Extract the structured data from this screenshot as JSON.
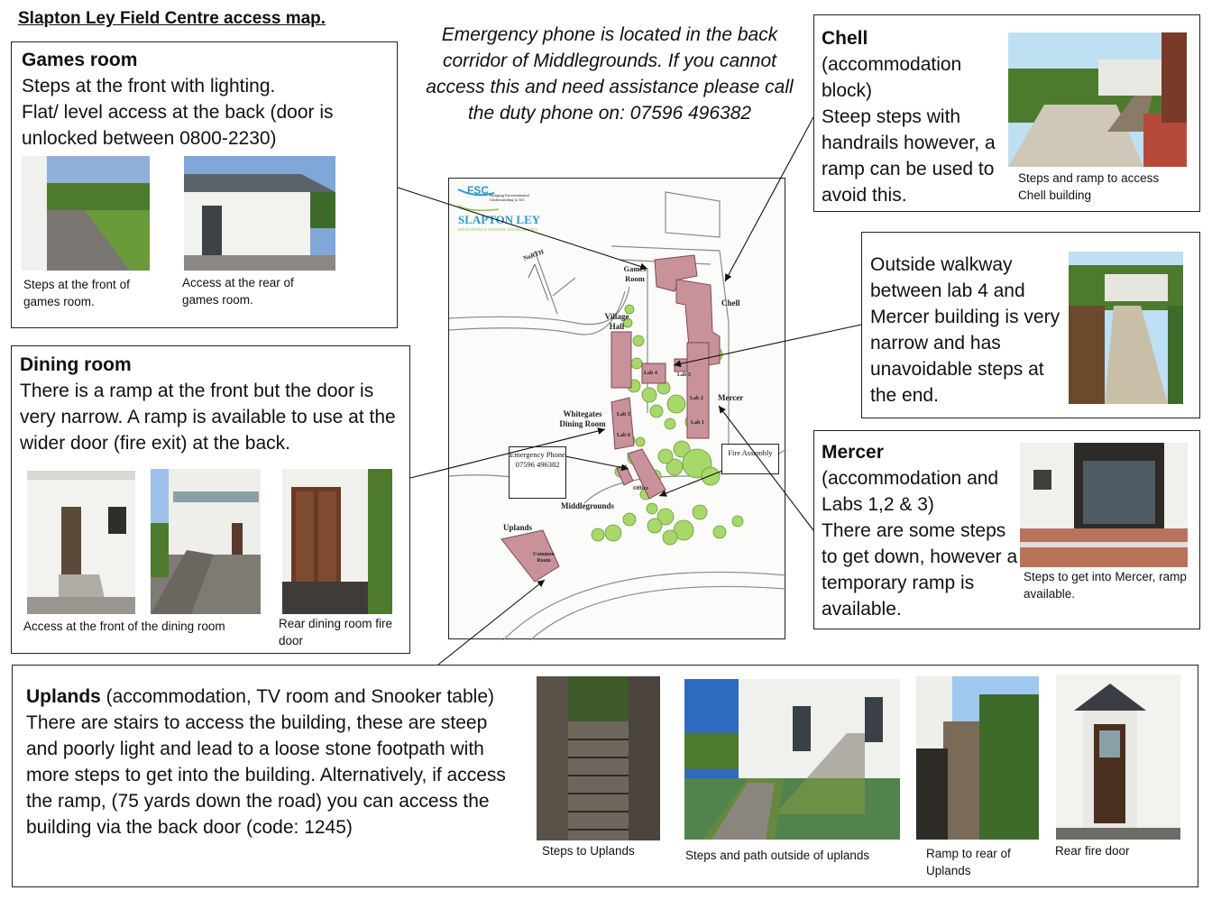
{
  "page_title": "Slapton Ley Field Centre access map.",
  "emergency_text": "Emergency phone is located in the back corridor of Middlegrounds. If you cannot access this and need assistance please call the duty phone on: 07596 496382",
  "games_room": {
    "heading": "Games room",
    "line1": "Steps at the front with lighting.",
    "line2": "Flat/ level access at the back (door is unlocked between 0800-2230)",
    "caption1": "Steps at the front of games room.",
    "caption2": "Access at the rear of games room."
  },
  "dining_room": {
    "heading": "Dining room",
    "body": "There is a ramp at the front but the door is very narrow. A ramp is available to use at the wider door (fire exit) at the back.",
    "caption1": "Access at the front of the dining room",
    "caption2": "Rear dining room fire door"
  },
  "chell": {
    "heading": "Chell",
    "subheading": "(accommodation block)",
    "body": "Steep steps with handrails however, a ramp can be used to avoid this.",
    "caption": "Steps and ramp to access Chell building"
  },
  "walkway": {
    "body": "Outside walkway between lab 4 and Mercer building is very narrow and has unavoidable steps at the end."
  },
  "mercer": {
    "heading": "Mercer",
    "subheading": "(accommodation and Labs 1,2 & 3)",
    "body": "There are some steps to get down, however a temporary ramp is available.",
    "caption": "Steps to get into Mercer, ramp available."
  },
  "uplands": {
    "heading": "Uplands",
    "heading_rest": " (accommodation, TV room and Snooker table)",
    "body": "There are stairs to access the building, these are steep and poorly light and lead to a loose stone footpath with more steps to get into the building. Alternatively, if access the ramp, (75 yards down the road) you can access the building via the back door (code: 1245)",
    "caption1": "Steps to Uplands",
    "caption2": "Steps and path outside of uplands",
    "caption3": "Ramp to rear of Uplands",
    "caption4": "Rear fire door"
  },
  "map": {
    "logo_fsc": "FSC",
    "logo_tag": "Bringing Environmental Understanding to All",
    "logo_name": "SLAPTON LEY",
    "logo_sub": "FIELD CENTRE & NATIONAL NATURE RESERVE",
    "north": "NoRTH",
    "games_room": "Games Room",
    "chell": "Chell",
    "village_hall": "Village Hall",
    "lab4": "Lab 4",
    "lab3": "Lab 3",
    "lab2": "Lab 2",
    "lab1": "Lab 1",
    "mercer": "Mercer",
    "lab5": "Lab 5",
    "lab6": "Lab 6",
    "whitegates": "Whitegates Dining Room",
    "emergency_phone": "Emergency Phone 07596 496382",
    "fire_assembly": "Fire Assembly",
    "office": "Office",
    "middlegrounds": "Middlegrounds",
    "uplands": "Uplands",
    "common_room": "Common Room"
  },
  "colors": {
    "building": "#c9929a",
    "tree": "#a8d86a",
    "border": "#222222"
  }
}
